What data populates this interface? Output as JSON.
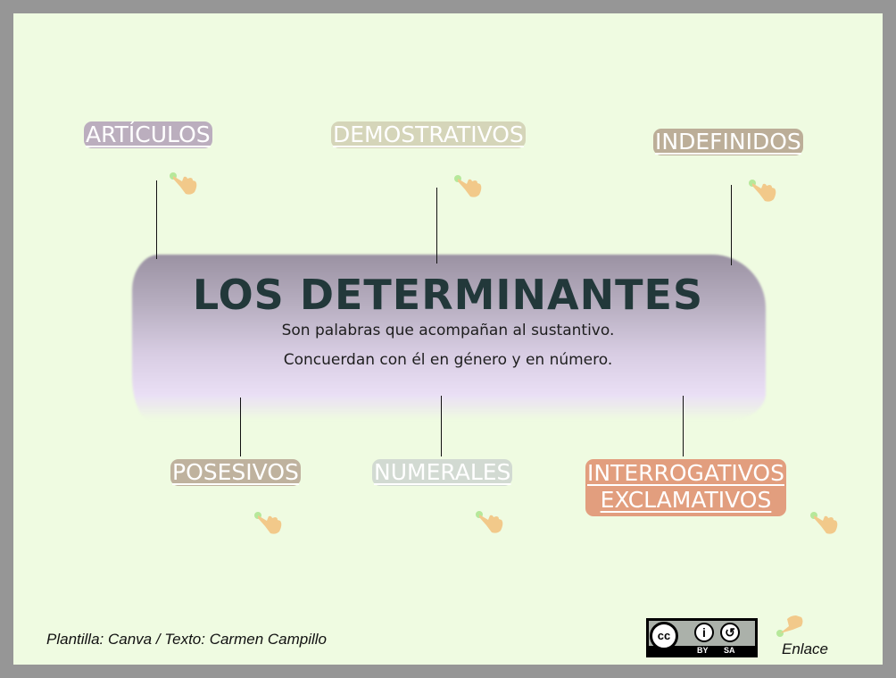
{
  "title": "LOS DETERMINANTES",
  "subtitle_lines": [
    "Son palabras que acompañan al sustantivo.",
    "Concuerdan con él en género y en número."
  ],
  "boxes": [
    {
      "label": "ARTÍCULOS",
      "color": "#bbaebe"
    },
    {
      "label": "DEMOSTRATIVOS",
      "color": "#d5d5b9"
    },
    {
      "label": "INDEFINIDOS",
      "color": "#bcae98"
    },
    {
      "label": "POSESIVOS",
      "color": "#bfb29e"
    },
    {
      "label": "NUMERALES",
      "color": "#d2dad2"
    },
    {
      "label_line1": "INTERROGATIVOS",
      "label_line2": "EXCLAMATIVOS",
      "color": "#e29e7e"
    }
  ],
  "footer": {
    "credits": "Plantilla:  Canva / Texto: Carmen Campillo",
    "link": "Enlace"
  },
  "license": {
    "by": "BY",
    "sa": "SA",
    "cc": "cc"
  }
}
